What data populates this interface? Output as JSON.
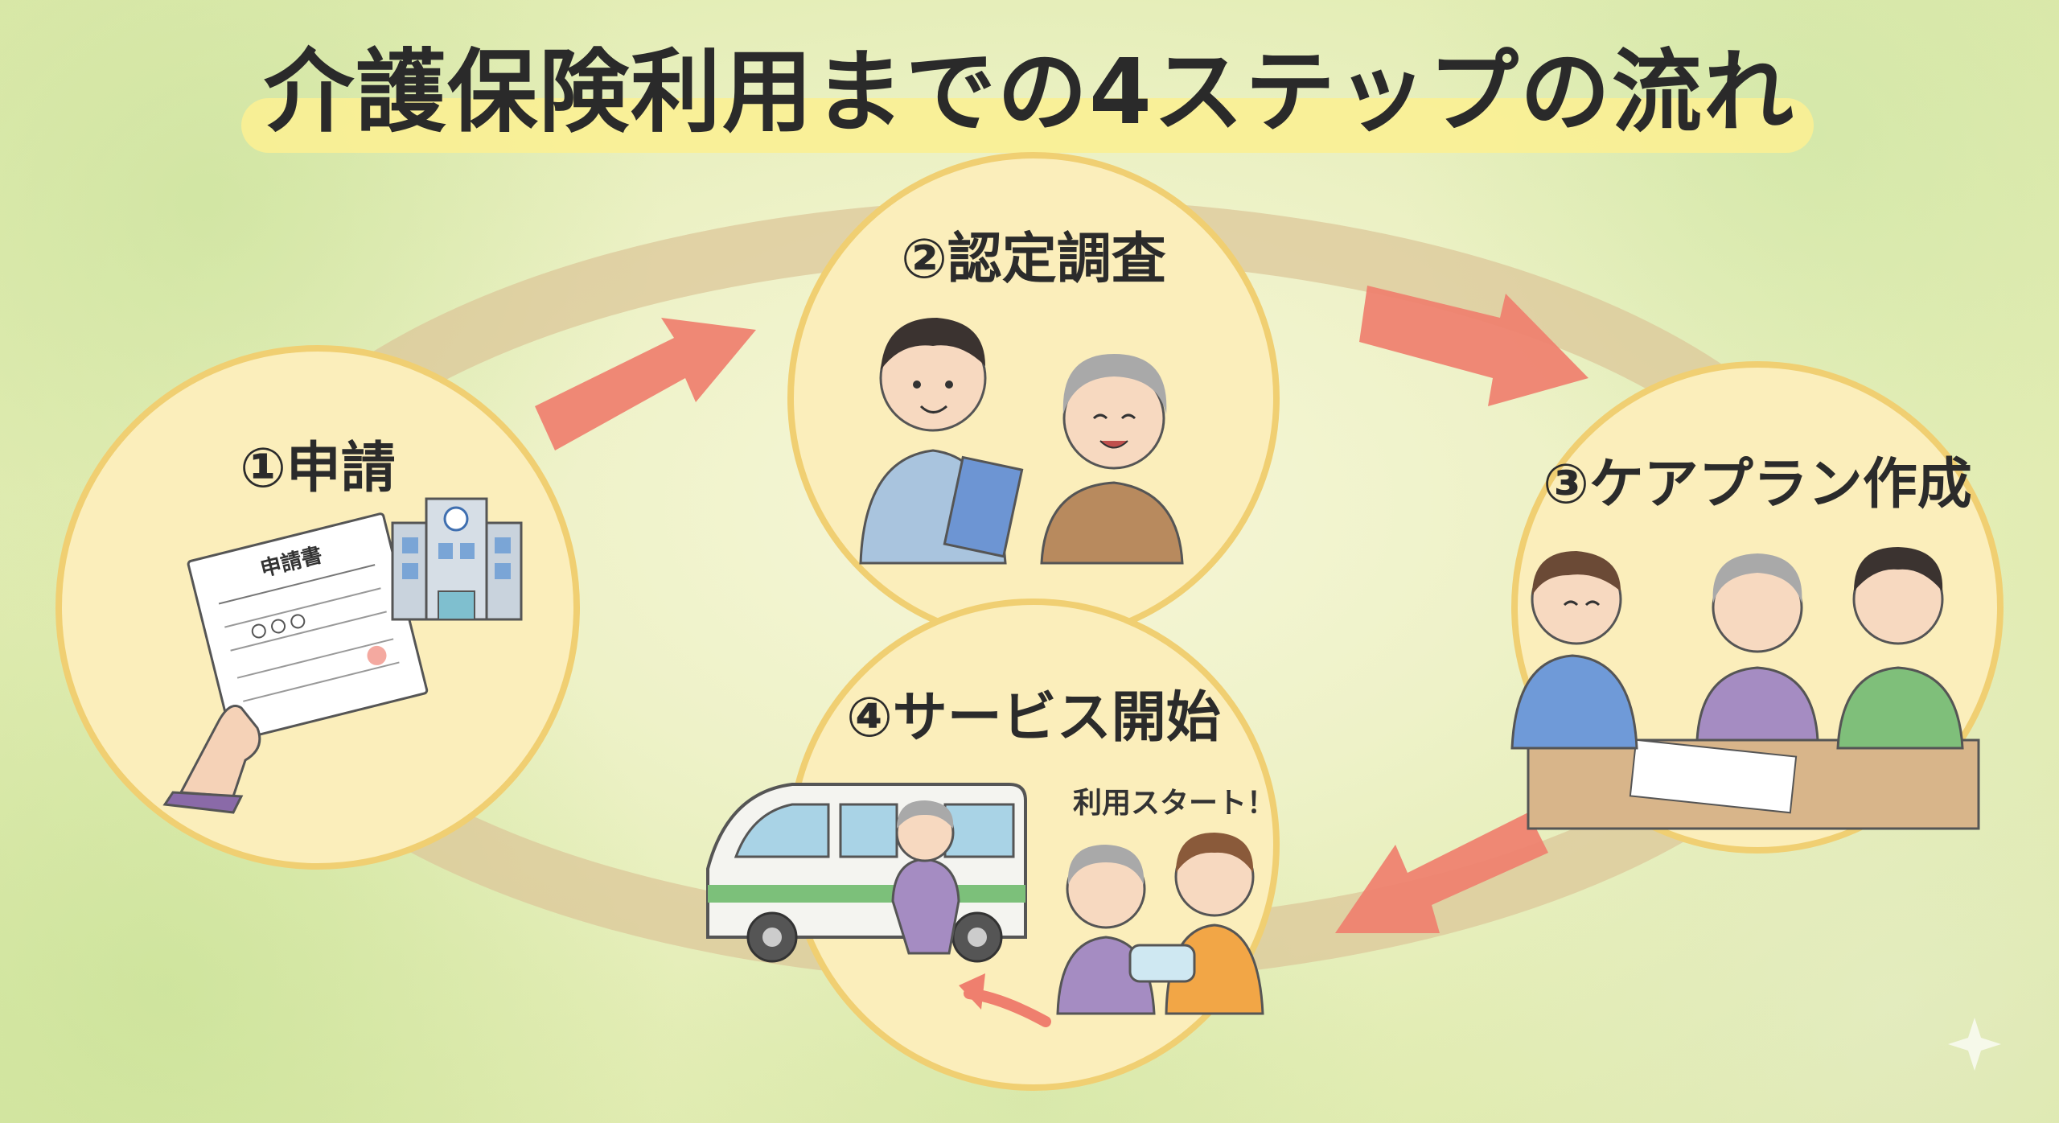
{
  "title": "介護保険利用までの4ステップの流れ",
  "steps": [
    {
      "number": "①",
      "label": "申請",
      "doc_title": "申請書"
    },
    {
      "number": "②",
      "label": "認定調査"
    },
    {
      "number": "③",
      "label": "ケアプラン作成"
    },
    {
      "number": "④",
      "label": "サービス開始",
      "speech": "利用スタート！"
    }
  ],
  "colors": {
    "circle_fill": "#fbeebb",
    "circle_border": "#f0cf72",
    "arrow": "#ef7f6e",
    "ring": "#dcc79a",
    "title_highlight": "#fbf093"
  }
}
